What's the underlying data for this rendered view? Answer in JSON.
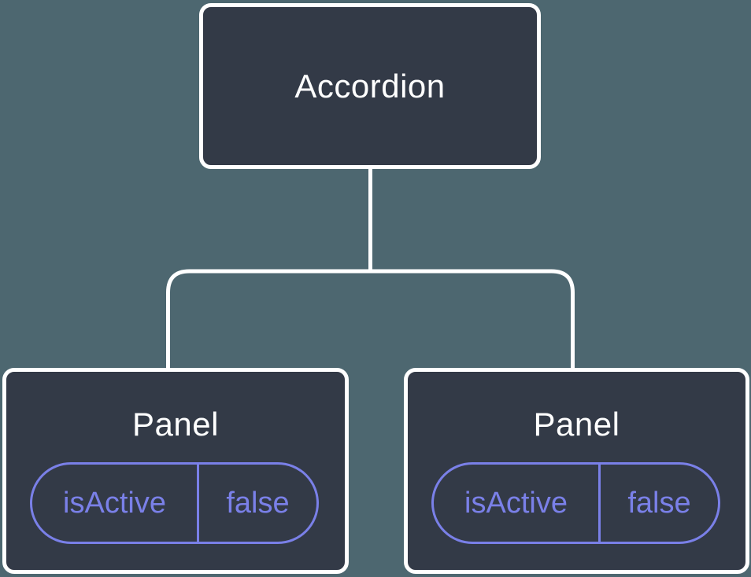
{
  "colors": {
    "background": "#4D6770",
    "node_fill": "#333A47",
    "node_border": "#FFFFFF",
    "connector": "#FFFFFF",
    "state_accent": "#7A80E8",
    "node_text": "#FFFFFF"
  },
  "tree": {
    "root": {
      "label": "Accordion"
    },
    "children": [
      {
        "label": "Panel",
        "state": {
          "name": "isActive",
          "value": "false"
        }
      },
      {
        "label": "Panel",
        "state": {
          "name": "isActive",
          "value": "false"
        }
      }
    ]
  }
}
